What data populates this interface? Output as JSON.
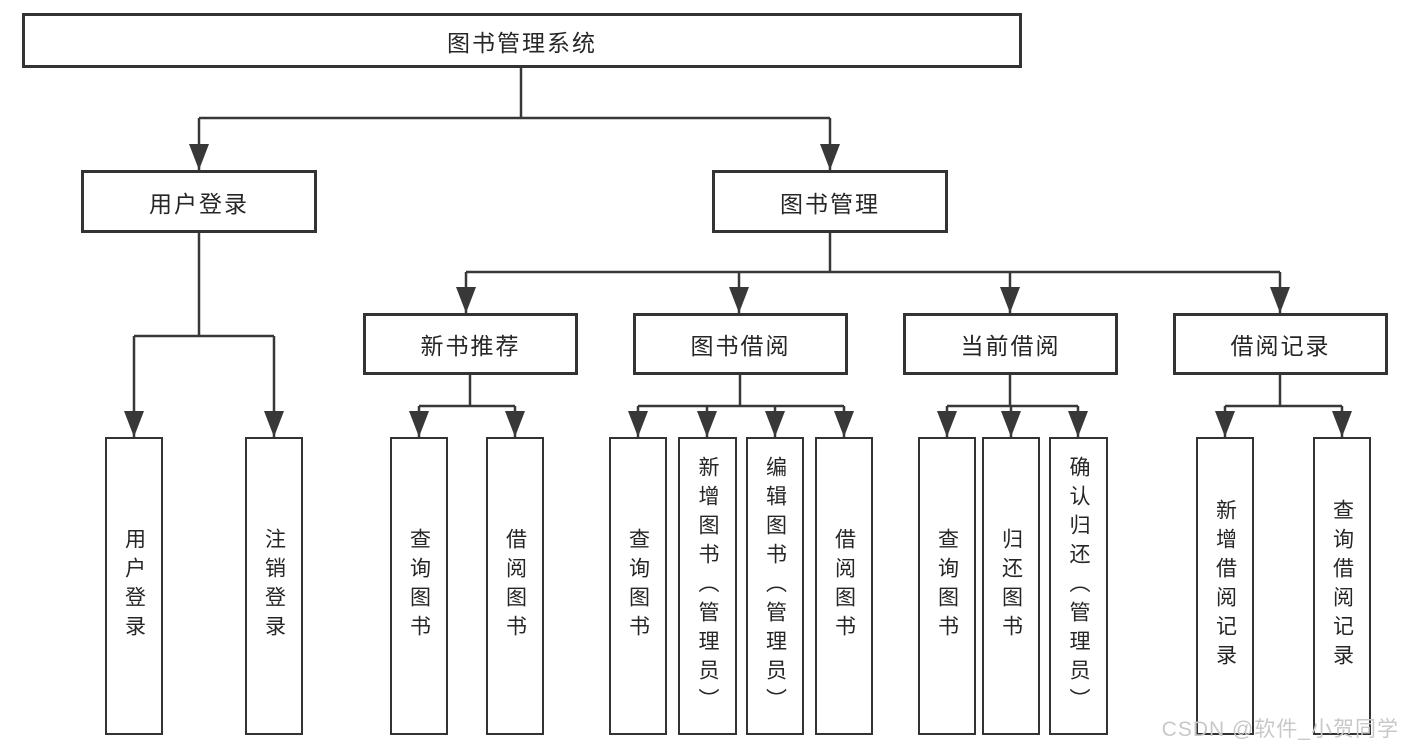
{
  "tree": {
    "root": {
      "label": "图书管理系统"
    },
    "children": [
      {
        "label": "用户登录",
        "children": [
          {
            "label": "用户登录"
          },
          {
            "label": "注销登录"
          }
        ]
      },
      {
        "label": "图书管理",
        "children": [
          {
            "label": "新书推荐",
            "children": [
              {
                "label": "查询图书"
              },
              {
                "label": "借阅图书"
              }
            ]
          },
          {
            "label": "图书借阅",
            "children": [
              {
                "label": "查询图书"
              },
              {
                "label": "新增图书（管理员）"
              },
              {
                "label": "编辑图书（管理员）"
              },
              {
                "label": "借阅图书"
              }
            ]
          },
          {
            "label": "当前借阅",
            "children": [
              {
                "label": "查询图书"
              },
              {
                "label": "归还图书"
              },
              {
                "label": "确认归还（管理员）"
              }
            ]
          },
          {
            "label": "借阅记录",
            "children": [
              {
                "label": "新增借阅记录"
              },
              {
                "label": "查询借阅记录"
              }
            ]
          }
        ]
      }
    ]
  },
  "watermark": {
    "text": "CSDN @软件_小贺同学"
  },
  "colors": {
    "line": "#383838",
    "box_border": "#333333",
    "text": "#262626",
    "watermark": "#c8c8c8",
    "background": "#ffffff"
  }
}
